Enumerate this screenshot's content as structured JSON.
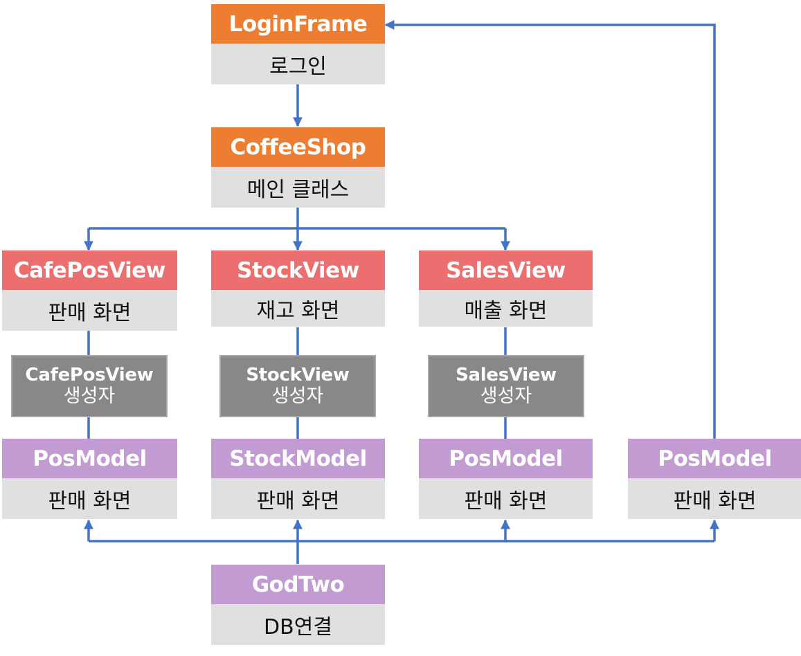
{
  "colors": {
    "connector": "#4472c4",
    "class_header_main": "#ed7d31",
    "class_header_view": "#ec6e6e",
    "class_header_model": "#c39bd3",
    "constructor_box": "#888888",
    "description_box": "#e0e0e0"
  },
  "nodes": {
    "login_frame": {
      "title": "LoginFrame",
      "desc": "로그인"
    },
    "coffee_shop": {
      "title": "CoffeeShop",
      "desc": "메인 클래스"
    },
    "cafe_pos_view": {
      "title": "CafePosView",
      "desc": "판매 화면"
    },
    "stock_view": {
      "title": "StockView",
      "desc": "재고 화면"
    },
    "sales_view": {
      "title": "SalesView",
      "desc": "매출 화면"
    },
    "pos_model_1": {
      "title": "PosModel",
      "desc": "판매 화면"
    },
    "stock_model": {
      "title": "StockModel",
      "desc": "판매 화면"
    },
    "pos_model_2": {
      "title": "PosModel",
      "desc": "판매 화면"
    },
    "pos_model_3": {
      "title": "PosModel",
      "desc": "판매 화면"
    },
    "god_two": {
      "title": "GodTwo",
      "desc": "DB연결"
    }
  },
  "constructors": {
    "cafe_pos_view_ctor": {
      "name": "CafePosView",
      "label": "생성자"
    },
    "stock_view_ctor": {
      "name": "StockView",
      "label": "생성자"
    },
    "sales_view_ctor": {
      "name": "SalesView",
      "label": "생성자"
    }
  }
}
